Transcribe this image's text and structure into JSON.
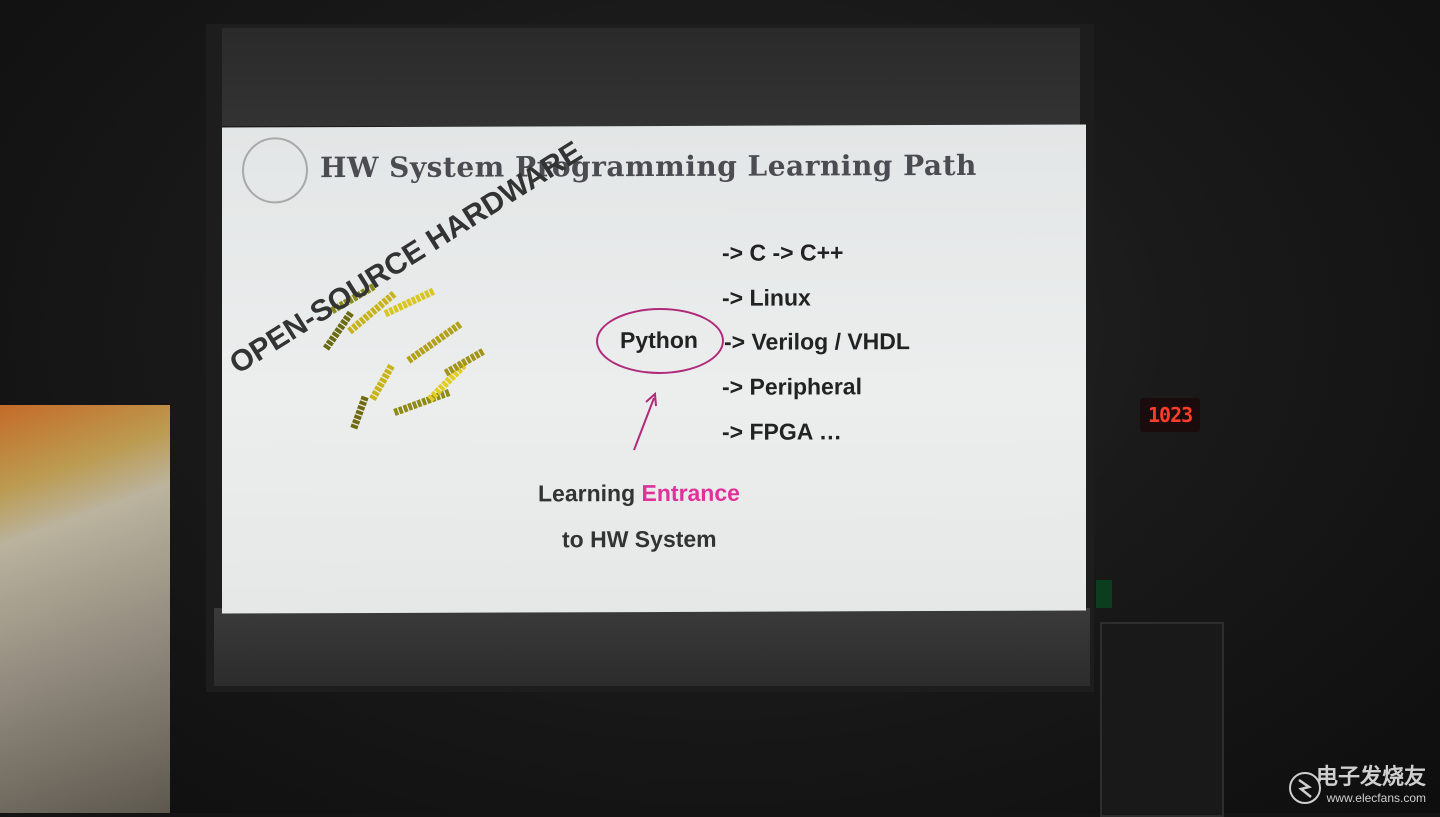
{
  "slide": {
    "title": "HW System Programming Learning Path",
    "word_cloud_main": "OPEN-SOURCE HARDWARE",
    "entry_language": "Python",
    "paths": [
      "-> C   -> C++",
      "-> Linux",
      "-> Verilog / VHDL",
      "-> Peripheral",
      "-> FPGA …"
    ],
    "caption": {
      "line1_prefix": "Learning ",
      "line1_accent": "Entrance",
      "line2": "to HW System"
    },
    "colors": {
      "accent": "#e0309a",
      "ellipse": "#b02a7a",
      "title": "#4a4c52"
    }
  },
  "room": {
    "clock": "1023"
  },
  "watermark": {
    "name": "电子发烧友",
    "url": "www.elecfans.com"
  }
}
